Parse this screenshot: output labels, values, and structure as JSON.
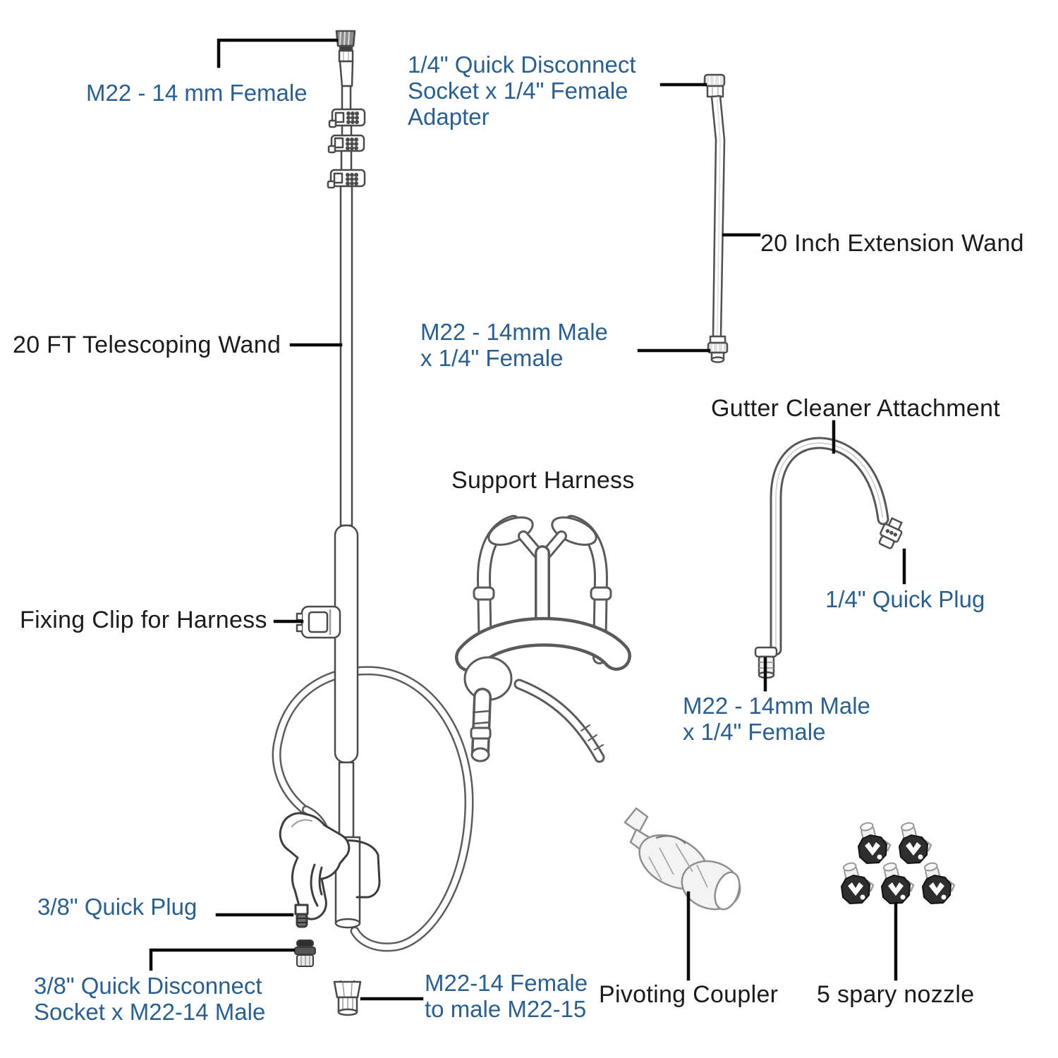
{
  "canvas": {
    "background": "#ffffff"
  },
  "palette": {
    "label_blue": "#2a5f8e",
    "label_black": "#1b1b1b",
    "line_art": "#4a4a4a",
    "leader_line": "#0a0a0a"
  },
  "parts": {
    "m22_female_top": {
      "label": "M22 - 14 mm Female"
    },
    "qd_adapter": {
      "line1": "1/4\" Quick Disconnect",
      "line2": "Socket x 1/4\" Female",
      "line3": "Adapter"
    },
    "extension_wand": {
      "label": "20 Inch Extension Wand"
    },
    "m22_male_mid": {
      "line1": "M22 - 14mm Male",
      "line2": "x 1/4\" Female"
    },
    "telescoping_wand": {
      "label": "20 FT Telescoping Wand"
    },
    "gutter_cleaner": {
      "label": "Gutter Cleaner Attachment"
    },
    "support_harness": {
      "label": "Support Harness"
    },
    "quick_plug_quarter": {
      "label": "1/4\" Quick Plug"
    },
    "fixing_clip": {
      "label": "Fixing Clip for Harness"
    },
    "m22_male_bottom": {
      "line1": "M22 - 14mm Male",
      "line2": "x 1/4\" Female"
    },
    "quick_plug_three_eighths": {
      "label": "3/8\" Quick Plug"
    },
    "qd_socket_three_eighths": {
      "line1": "3/8\" Quick Disconnect",
      "line2": "Socket x M22-14 Male"
    },
    "m22_female_to_male": {
      "line1": "M22-14 Female",
      "line2": "to male M22-15"
    },
    "pivoting_coupler": {
      "label": "Pivoting Coupler"
    },
    "spray_nozzles": {
      "label": "5 spary nozzle"
    }
  }
}
